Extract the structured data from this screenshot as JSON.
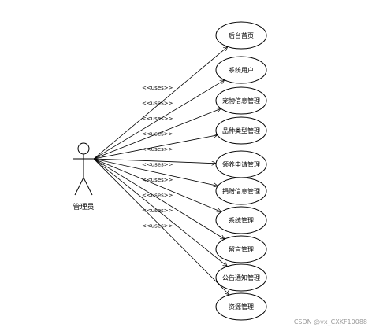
{
  "actor": {
    "label": "管理员"
  },
  "stereotype": "<<uses>>",
  "use_cases": [
    {
      "label": "后台首页"
    },
    {
      "label": "系统用户"
    },
    {
      "label": "宠物信息管理"
    },
    {
      "label": "品种类型管理"
    },
    {
      "label": "领养申请管理"
    },
    {
      "label": "捐赠信息管理"
    },
    {
      "label": "系统管理"
    },
    {
      "label": "留言管理"
    },
    {
      "label": "公告通知管理"
    },
    {
      "label": "资源管理"
    }
  ],
  "watermark": "CSDN @vx_CXKF10088"
}
